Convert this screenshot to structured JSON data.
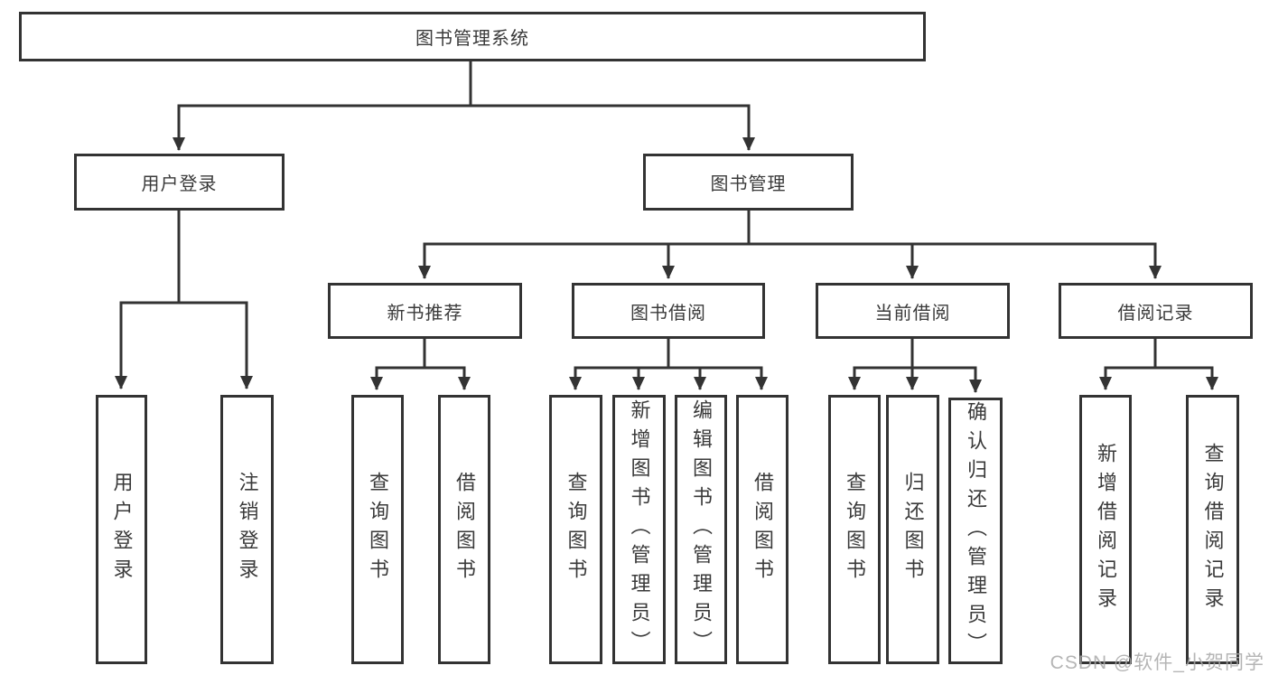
{
  "diagram": {
    "title": "图书管理系统",
    "watermark": "CSDN @软件_小贺同学",
    "colors": {
      "line": "#333333",
      "box_border": "#333333",
      "text": "#3a3a3a",
      "background": "#ffffff",
      "watermark": "#a8a8a8"
    },
    "nodes": {
      "root": {
        "label": "图书管理系统"
      },
      "user_login_branch": {
        "label": "用户登录"
      },
      "book_management": {
        "label": "图书管理"
      },
      "new_book_recommend": {
        "label": "新书推荐"
      },
      "book_borrow": {
        "label": "图书借阅"
      },
      "current_borrow": {
        "label": "当前借阅"
      },
      "borrow_records": {
        "label": "借阅记录"
      },
      "user_login": {
        "label": "用户登录"
      },
      "logout": {
        "label": "注销登录"
      },
      "query_book_1": {
        "label": "查询图书"
      },
      "borrow_book_1": {
        "label": "借阅图书"
      },
      "query_book_2": {
        "label": "查询图书"
      },
      "add_book_admin": {
        "label": "新增图书（管理员）"
      },
      "edit_book_admin": {
        "label": "编辑图书（管理员）"
      },
      "borrow_book_2": {
        "label": "借阅图书"
      },
      "query_book_3": {
        "label": "查询图书"
      },
      "return_book": {
        "label": "归还图书"
      },
      "confirm_return_admin": {
        "label": "确认归还（管理员）"
      },
      "add_borrow_record": {
        "label": "新增借阅记录"
      },
      "query_borrow_record": {
        "label": "查询借阅记录"
      }
    }
  }
}
